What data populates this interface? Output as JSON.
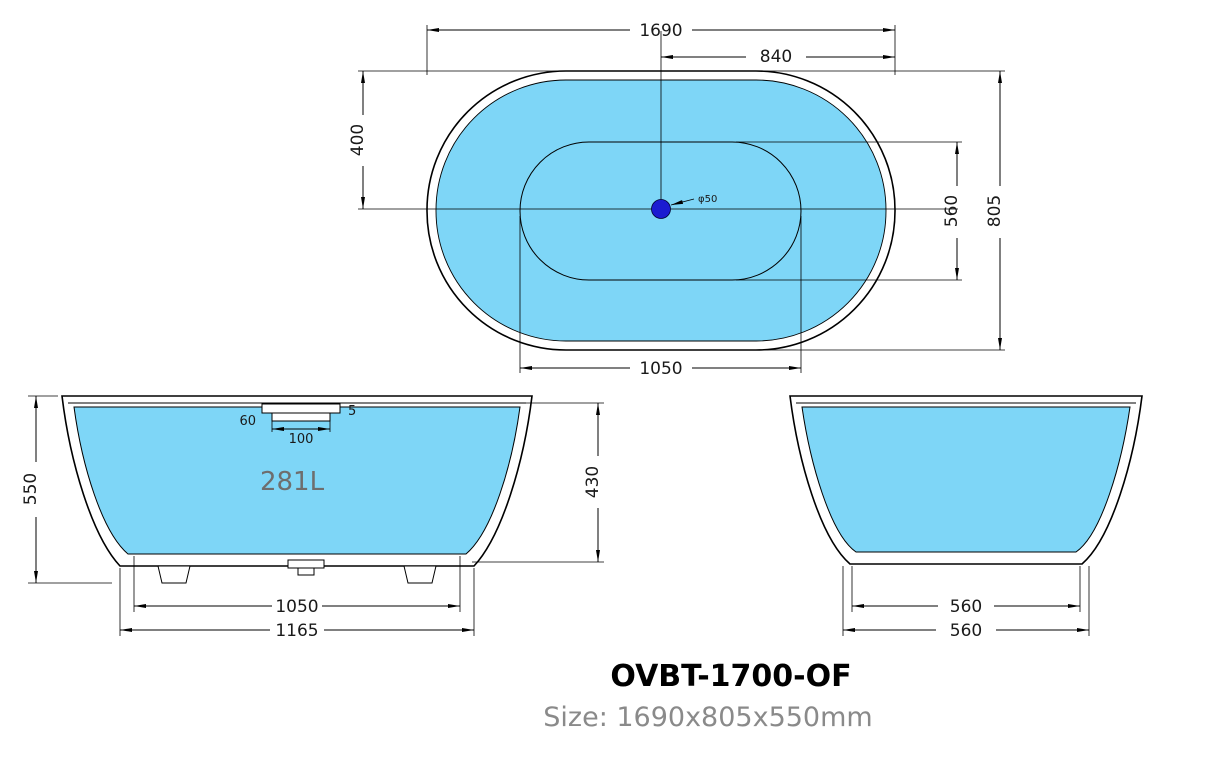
{
  "title": "OVBT-1700-OF",
  "subtitle": "Size: 1690x805x550mm",
  "colors": {
    "water": "#7ed6f7",
    "drain": "#1b1bd1",
    "line": "#000000",
    "subtitle_text": "#8a8a8a",
    "capacity_text": "#6e6e6e"
  },
  "top_view": {
    "dim_overall_length": "1690",
    "dim_center_to_right": "840",
    "dim_top_to_center": "400",
    "dim_inner_width": "560",
    "dim_overall_width": "805",
    "dim_inner_length": "1050",
    "drain_label": "φ50"
  },
  "front_view": {
    "dim_height": "550",
    "dim_inner_depth": "430",
    "capacity": "281L",
    "dim_bottom_inner": "1050",
    "dim_bottom_outer": "1165",
    "overflow_dim_left": "60",
    "overflow_dim_width": "100",
    "overflow_dim_right": "5"
  },
  "side_view": {
    "dim_bottom_inner": "560",
    "dim_bottom_outer": "560"
  }
}
